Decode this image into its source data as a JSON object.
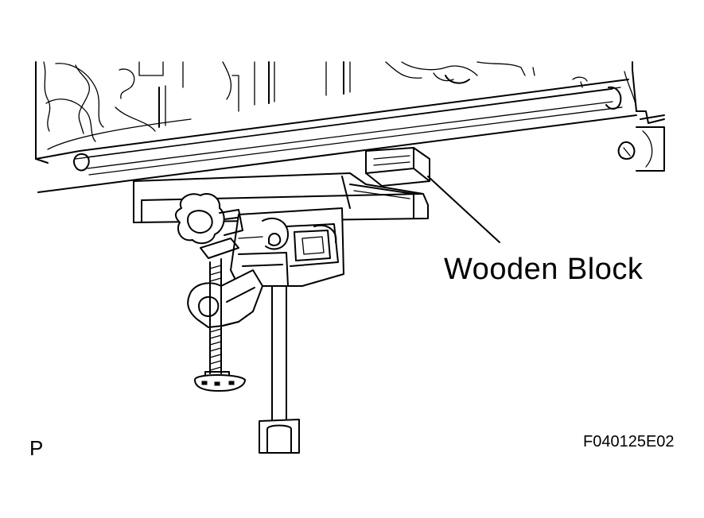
{
  "labels": {
    "callout": "Wooden Block",
    "view_letter": "P",
    "figure_code": "F040125E02"
  }
}
